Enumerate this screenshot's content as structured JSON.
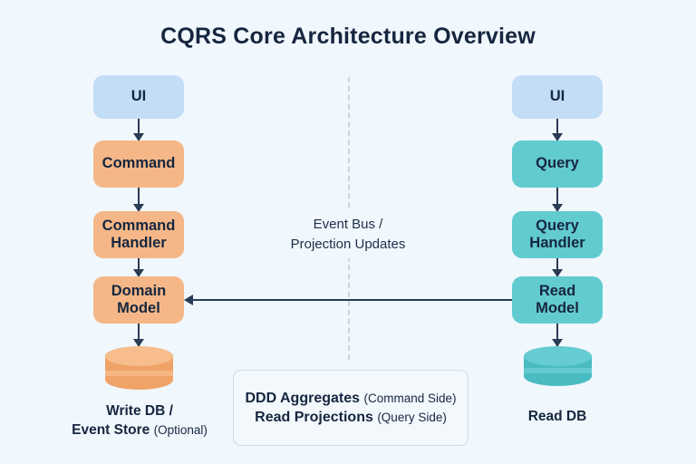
{
  "title": "CQRS Core Architecture Overview",
  "colors": {
    "background": "#f0f7fd",
    "ui_blue": "#c3ddf7",
    "command_orange": "#f5b787",
    "query_teal": "#62cbd0",
    "text_dark": "#16263f",
    "arrow": "#2a3b55",
    "divider": "#c8d5e2"
  },
  "command_side": {
    "nodes": [
      {
        "label": "UI"
      },
      {
        "label": "Command"
      },
      {
        "label": "Command\nHandler"
      },
      {
        "label": "Domain\nModel"
      }
    ],
    "database": {
      "label_line1": "Write DB /",
      "label_line2": "Event Store",
      "label_note": "(Optional)"
    }
  },
  "query_side": {
    "nodes": [
      {
        "label": "UI"
      },
      {
        "label": "Query"
      },
      {
        "label": "Query\nHandler"
      },
      {
        "label": "Read\nModel"
      }
    ],
    "database": {
      "label": "Read DB"
    }
  },
  "center": {
    "divider_label_line1": "Event Bus /",
    "divider_label_line2": "Projection Updates"
  },
  "legend": {
    "line1_bold": "DDD Aggregates",
    "line1_thin": "(Command Side)",
    "line2_bold": "Read Projections",
    "line2_thin": "(Query Side)"
  }
}
